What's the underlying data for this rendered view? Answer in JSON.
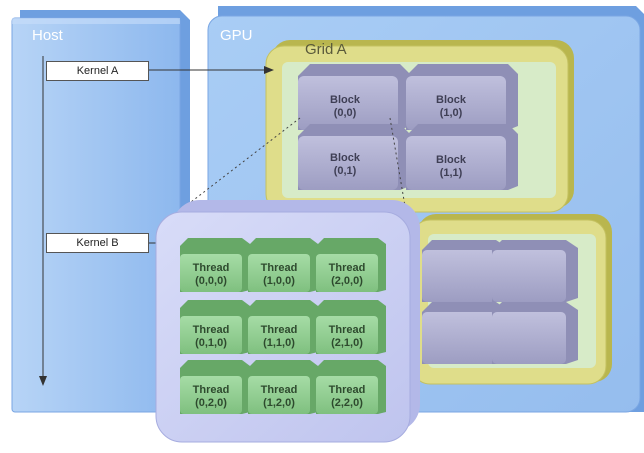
{
  "host": {
    "title": "Host",
    "kernels": [
      "Kernel A",
      "Kernel B"
    ]
  },
  "gpu": {
    "title": "GPU",
    "grid_title": "Grid A"
  },
  "blocks": [
    {
      "line1": "Block",
      "line2": "(0,0)"
    },
    {
      "line1": "Block",
      "line2": "(1,0)"
    },
    {
      "line1": "Block",
      "line2": "(0,1)"
    },
    {
      "line1": "Block",
      "line2": "(1,1)"
    }
  ],
  "threads": [
    {
      "line1": "Thread",
      "line2": "(0,0,0)"
    },
    {
      "line1": "Thread",
      "line2": "(1,0,0)"
    },
    {
      "line1": "Thread",
      "line2": "(2,0,0)"
    },
    {
      "line1": "Thread",
      "line2": "(0,1,0)"
    },
    {
      "line1": "Thread",
      "line2": "(1,1,0)"
    },
    {
      "line1": "Thread",
      "line2": "(2,1,0)"
    },
    {
      "line1": "Thread",
      "line2": "(0,2,0)"
    },
    {
      "line1": "Thread",
      "line2": "(1,2,0)"
    },
    {
      "line1": "Thread",
      "line2": "(2,2,0)"
    }
  ],
  "colors": {
    "host_panel": "#9cc3f2",
    "host_edge": "#5f8fd6",
    "gpu_panel": "#9cc3f2",
    "grid_outer": "#c9c76a",
    "grid_inner": "#d7e8c6",
    "block_face": "#aaaacc",
    "thread_face": "#8fcf8f",
    "block_zoom": "#c4c8ef"
  }
}
